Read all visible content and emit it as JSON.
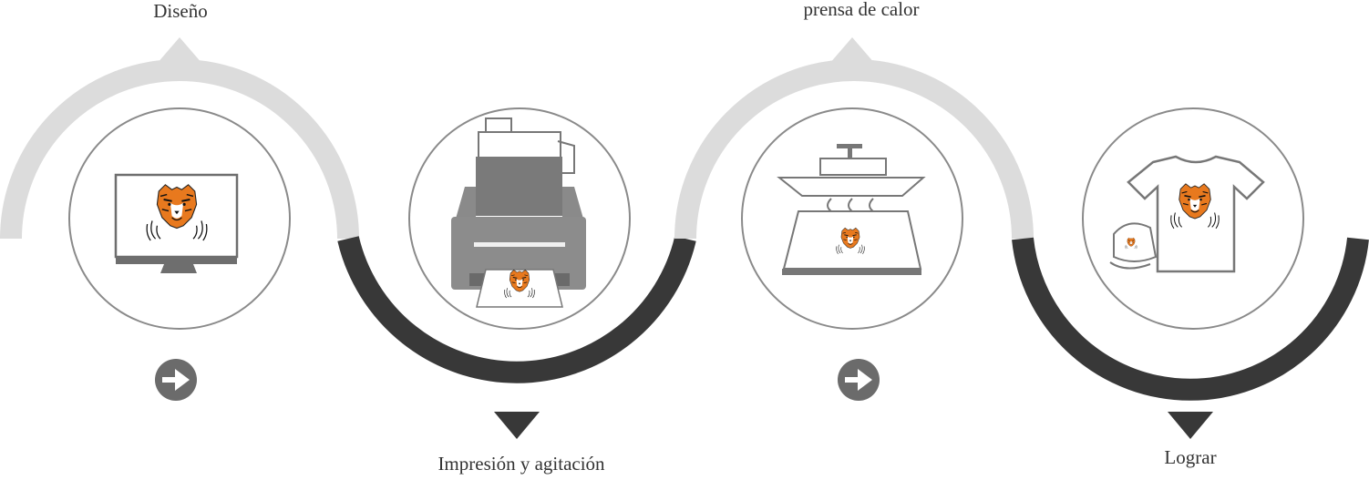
{
  "process": {
    "steps": [
      {
        "label": "Diseño",
        "arc_color": "#dcdcdc",
        "illustration": "monitor-with-tiger-design"
      },
      {
        "label": "Impresión y agitación",
        "arc_color": "#383838",
        "illustration": "dtf-printer-with-tiger-print"
      },
      {
        "label": "prensa de calor",
        "arc_color": "#dcdcdc",
        "illustration": "heat-press-with-tiger-transfer"
      },
      {
        "label": "Lograr",
        "arc_color": "#383838",
        "illustration": "tshirt-and-cap-with-tiger"
      }
    ],
    "connector_icon": "arrow-right-circle-icon",
    "colors": {
      "light_arc": "#dcdcdc",
      "dark_arc": "#383838",
      "circle_border": "#8a8a8a",
      "arrow_badge": "#6b6b6b",
      "tiger_orange": "#e8791e"
    }
  }
}
